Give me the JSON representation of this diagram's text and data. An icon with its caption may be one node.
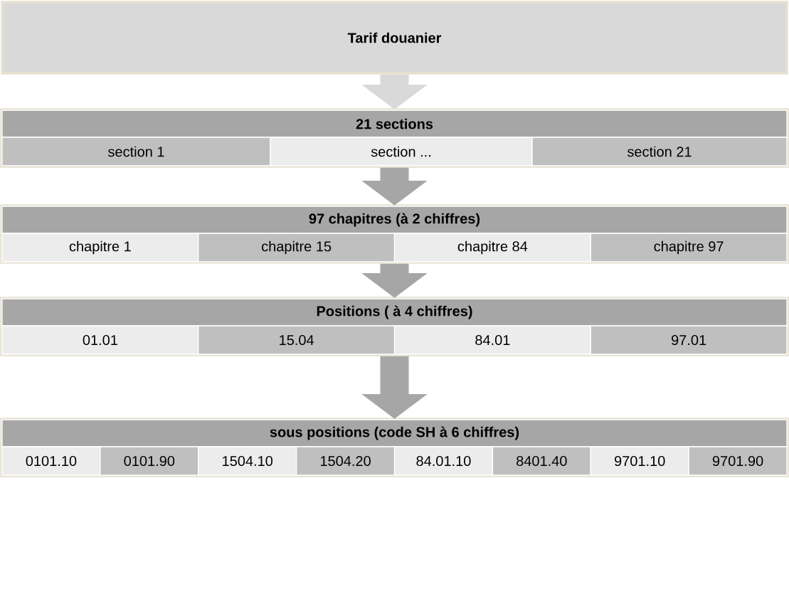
{
  "diagram": {
    "nodes": [
      {
        "text": [
          "Tarif douanier"
        ]
      },
      {
        "text": [],
        "shape": "box"
      },
      {
        "text": [
          "21 sections"
        ],
        "in": 1
      },
      {
        "text": [
          "section 1"
        ],
        "in": 1
      },
      {
        "text": [
          "section ..."
        ],
        "in": 1
      },
      {
        "text": [
          "section 21"
        ],
        "in": 1
      },
      {
        "text": [],
        "shape": "box"
      },
      {
        "text": [
          "97 chapitres (à 2 chiffres)"
        ],
        "in": 6
      },
      {
        "text": [
          "chapitre 1"
        ],
        "in": 6
      },
      {
        "text": [
          "chapitre 15"
        ],
        "in": 6
      },
      {
        "text": [
          "chapitre 84"
        ],
        "in": 6
      },
      {
        "text": [
          "chapitre 97"
        ],
        "in": 6
      },
      {
        "text": [],
        "shape": "box"
      },
      {
        "text": [
          "Positions ( à 4 chiffres)"
        ],
        "in": 12
      },
      {
        "text": [
          "01.01"
        ],
        "in": 12
      },
      {
        "text": [
          "15.04"
        ],
        "in": 12
      },
      {
        "text": [
          "84.01"
        ],
        "in": 12
      },
      {
        "text": [
          "97.01"
        ],
        "in": 12
      },
      {
        "text": [],
        "shape": "box"
      },
      {
        "text": [
          "sous positions (code SH à 6 chiffres)"
        ],
        "in": 18
      },
      {
        "text": [
          "0101.10"
        ],
        "in": 18
      },
      {
        "text": [
          "0101.90"
        ],
        "in": 18
      },
      {
        "text": [
          "1504.10"
        ],
        "in": 18
      },
      {
        "text": [
          "1504.20"
        ],
        "in": 18
      },
      {
        "text": [
          "84.01.10"
        ],
        "in": 18
      },
      {
        "text": [
          "8401.40"
        ],
        "in": 18
      },
      {
        "text": [
          "9701.10"
        ],
        "in": 18
      },
      {
        "text": [
          "9701.90"
        ],
        "in": 18
      }
    ],
    "edges": [
      {
        "from": 0,
        "to": 1,
        "arrow": "to",
        "color": "#d9d9d9"
      },
      {
        "from": 1,
        "to": 6,
        "arrow": "to"
      },
      {
        "from": 6,
        "to": 12,
        "arrow": "to"
      },
      {
        "from": 12,
        "to": 18,
        "arrow": "to"
      }
    ]
  }
}
